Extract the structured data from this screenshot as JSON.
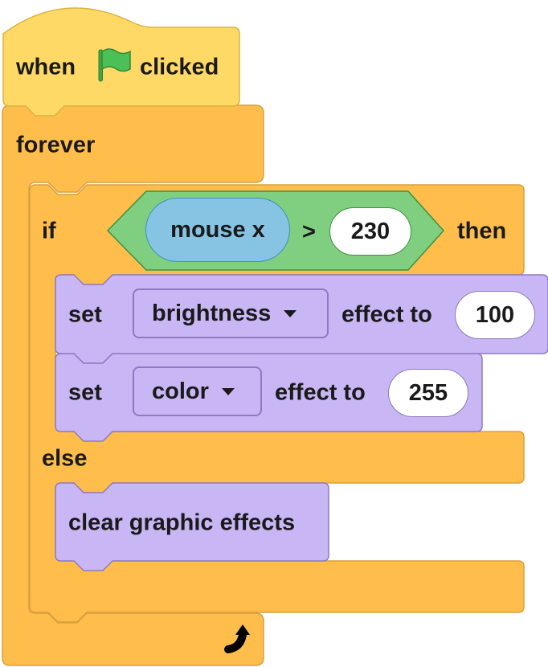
{
  "hat": {
    "when": "when",
    "flag_icon": "green-flag-icon",
    "clicked": "clicked"
  },
  "forever": {
    "label": "forever",
    "loop_icon": "loop-arrow-icon"
  },
  "if_block": {
    "if": "if",
    "reporter": "mouse x",
    "operator": ">",
    "value": "230",
    "then": "then",
    "else": "else"
  },
  "set_brightness": {
    "set": "set",
    "effect": "brightness",
    "effect_to": "effect to",
    "value": "100"
  },
  "set_color": {
    "set": "set",
    "effect": "color",
    "effect_to": "effect to",
    "value": "255"
  },
  "clear": {
    "label": "clear graphic effects"
  },
  "colors": {
    "events": "#ffd966",
    "control": "#ffbe4c",
    "looks": "#c9b6f5",
    "operators": "#80cf80",
    "sensing": "#87c4e3"
  }
}
